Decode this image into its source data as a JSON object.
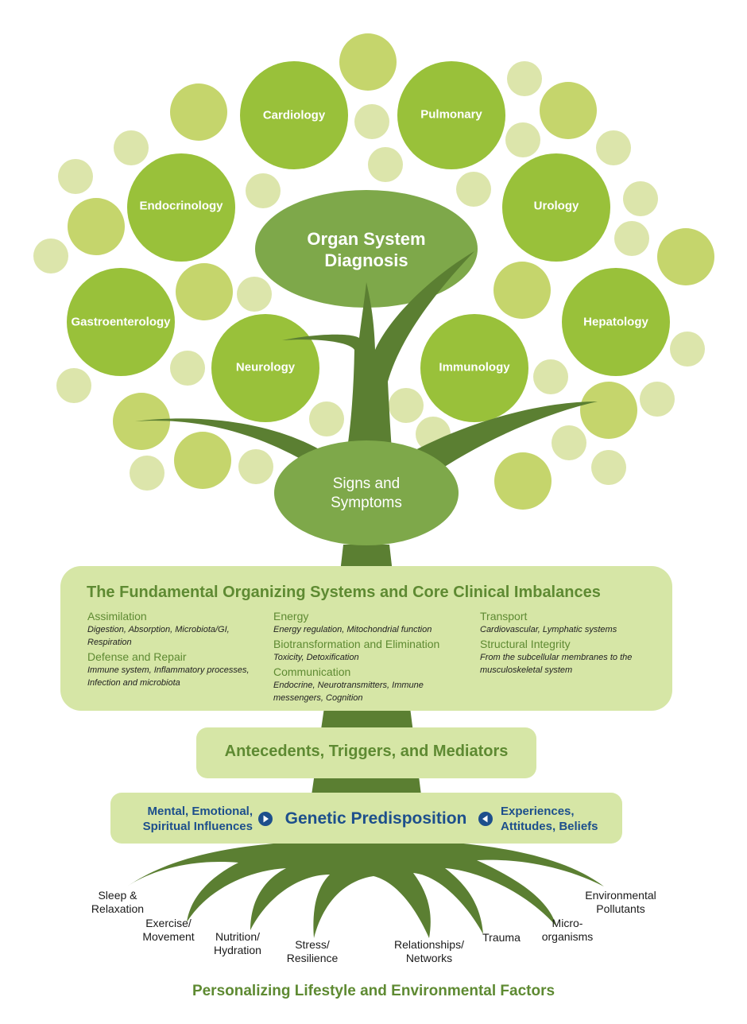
{
  "organ_system_diagnosis": "Organ System Diagnosis",
  "signs_and_symptoms": "Signs and Symptoms",
  "organ_systems": [
    "Cardiology",
    "Pulmonary",
    "Endocrinology",
    "Urology",
    "Gastroenterology",
    "Hepatology",
    "Neurology",
    "Immunology"
  ],
  "fundamental": {
    "title": "The Fundamental Organizing Systems and Core Clinical Imbalances",
    "col1": [
      {
        "heading": "Assimilation",
        "detail": "Digestion, Absorption, Microbiota/GI, Respiration"
      },
      {
        "heading": "Defense and Repair",
        "detail": "Immune system, Inflammatory processes, Infection and microbiota"
      }
    ],
    "col2": [
      {
        "heading": "Energy",
        "detail": "Energy regulation, Mitochondrial function"
      },
      {
        "heading": "Biotransformation and Elimination",
        "detail": "Toxicity, Detoxification"
      },
      {
        "heading": "Communication",
        "detail": "Endocrine, Neurotransmitters, Immune messengers, Cognition"
      }
    ],
    "col3": [
      {
        "heading": "Transport",
        "detail": "Cardiovascular, Lymphatic systems"
      },
      {
        "heading": "Structural Integrity",
        "detail": "From the subcellular membranes to the musculoskeletal system"
      }
    ]
  },
  "antecedents": "Antecedents, Triggers, and Mediators",
  "genetic": {
    "left": "Mental, Emotional, Spiritual Influences",
    "center": "Genetic Predisposition",
    "right": "Experiences, Attitudes, Beliefs",
    "left_arrow_icon": "play-right-icon",
    "right_arrow_icon": "play-left-icon"
  },
  "roots": [
    "Sleep & Relaxation",
    "Exercise/ Movement",
    "Nutrition/ Hydration",
    "Stress/ Resilience",
    "Relationships/ Networks",
    "Trauma",
    "Micro- organisms",
    "Environmental Pollutants"
  ],
  "bottom_title": "Personalizing Lifestyle and Environmental Factors",
  "colors": {
    "dark_green": "#5b7f32",
    "mid_green": "#7ea84a",
    "organ_green": "#99c13a",
    "light_green": "#c5d56c",
    "pale_green": "#dce5ab",
    "panel": "#d6e6a6",
    "title_green": "#5e8a32",
    "blue": "#1d4f8c"
  }
}
